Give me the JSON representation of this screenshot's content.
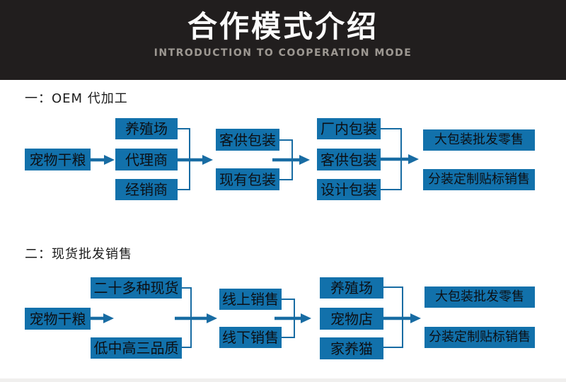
{
  "header": {
    "title": "合作模式介绍",
    "subtitle": "INTRODUCTION TO COOPERATION MODE"
  },
  "colors": {
    "header_bg": "#211e1e",
    "subtitle_gray": "#9d9892",
    "box_blue": "#1271ab",
    "line_blue": "#186ca3",
    "box_text": "#0c0f14"
  },
  "section1": {
    "label": "一：OEM 代加工",
    "source": "宠物干粮",
    "col2": [
      "养殖场",
      "代理商",
      "经销商"
    ],
    "col3": [
      "客供包装",
      "现有包装"
    ],
    "col4": [
      "厂内包装",
      "客供包装",
      "设计包装"
    ],
    "col5": [
      "大包装批发零售",
      "分装定制贴标销售"
    ]
  },
  "section2": {
    "label": "二：现货批发销售",
    "source": "宠物干粮",
    "col2": [
      "二十多种现货",
      "低中高三品质"
    ],
    "col3": [
      "线上销售",
      "线下销售"
    ],
    "col4": [
      "养殖场",
      "宠物店",
      "家养猫"
    ],
    "col5": [
      "大包装批发零售",
      "分装定制贴标销售"
    ]
  }
}
